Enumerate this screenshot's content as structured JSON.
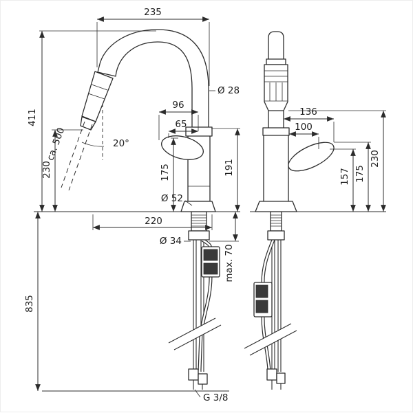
{
  "style": {
    "line_color": "#2b2b2b",
    "background": "#ffffff",
    "weight_fill": "#3a3a3a"
  },
  "dims": {
    "left": {
      "top_width": "235",
      "total_height": "411",
      "outlet_height": "230",
      "hose_pullout": "ca. 500",
      "swivel_angle": "20°",
      "spout_diameter": "Ø 28",
      "handle_reach_outer": "96",
      "handle_reach_inner": "65",
      "handle_height": "175",
      "body_height": "191",
      "escutcheon_diameter": "Ø 52",
      "spout_reach": "220",
      "hole_diameter": "Ø 34",
      "max_deck_thickness": "max. 70",
      "supply_length": "835",
      "connection_thread": "G 3/8"
    },
    "right": {
      "handle_reach_outer": "136",
      "handle_reach_inner": "100",
      "lever_low_height": "157",
      "lever_top_height": "175",
      "outlet_height": "230"
    }
  }
}
